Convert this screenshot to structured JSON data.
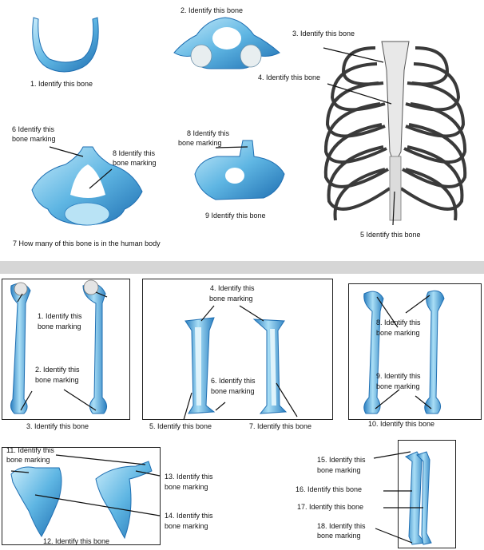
{
  "labels": {
    "q1": "1.  Identify this bone",
    "q2": "2.  Identify this bone",
    "q3": "3.  Identify this bone",
    "q4": "4.  Identify this bone",
    "q5": "5  Identify this bone",
    "q6a": "6  Identify this",
    "q6b": "bone marking",
    "q7": "7  How many of this bone is in the human body",
    "q8a_a": "8  Identify this",
    "q8a_b": "bone marking",
    "q8b_a": "8  Identify this",
    "q8b_b": "bone marking",
    "q9": "9  Identify this bone",
    "h1a": "1.  Identify this",
    "h1b": "bone marking",
    "h2a": "2.  Identify this",
    "h2b": "bone marking",
    "h3": "3.  Identify this bone",
    "t4a": "4.  Identify this",
    "t4b": "bone marking",
    "t5": "5.  Identify this bone",
    "t6a": "6.  Identify this",
    "t6b": "bone marking",
    "t7": "7.  Identify this bone",
    "f8a": "8.  Identify this",
    "f8b": "bone marking",
    "f9a": "9.  Identify this",
    "f9b": "bone marking",
    "f10": "10.  Identify this bone",
    "s11a": "11.  Identify this",
    "s11b": "bone marking",
    "s12": "12.  Identify this bone",
    "s13a": "13.  Identify this",
    "s13b": "bone marking",
    "s14a": "14.  Identify this",
    "s14b": "bone marking",
    "r15a": "15.  Identify this",
    "r15b": "bone marking",
    "r16": "16.  Identify this bone",
    "r17": "17.  Identify this bone",
    "r18a": "18.  Identify this",
    "r18b": "bone marking"
  },
  "colors": {
    "bone_light": "#9fd3ee",
    "bone_mid": "#4aa8dc",
    "bone_dark": "#1f6fb2",
    "rib_dark": "#3a3a3a",
    "divider": "#d6d6d6"
  }
}
